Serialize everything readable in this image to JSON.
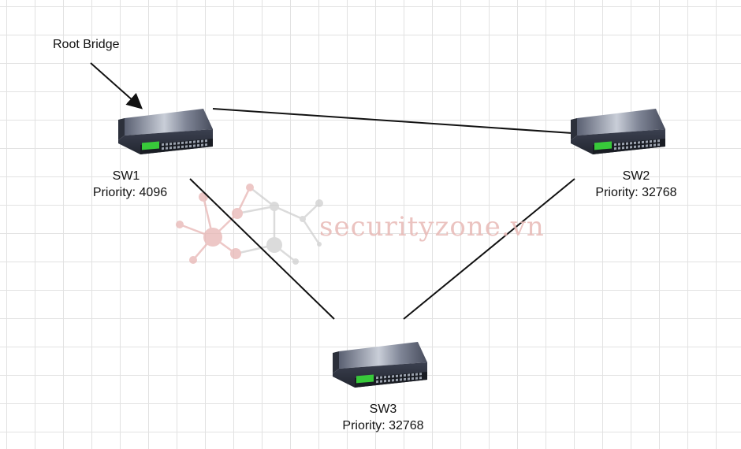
{
  "annotation": {
    "text": "Root Bridge"
  },
  "watermark": {
    "text": "securityzone.vn",
    "color": "#e8b9b6"
  },
  "switches": [
    {
      "id": "sw1",
      "name": "SW1",
      "priority": "Priority: 4096",
      "icon": "network-switch-icon"
    },
    {
      "id": "sw2",
      "name": "SW2",
      "priority": "Priority: 32768",
      "icon": "network-switch-icon"
    },
    {
      "id": "sw3",
      "name": "SW3",
      "priority": "Priority: 32768",
      "icon": "network-switch-icon"
    }
  ],
  "links": [
    {
      "from": "SW1",
      "to": "SW2"
    },
    {
      "from": "SW1",
      "to": "SW3"
    },
    {
      "from": "SW2",
      "to": "SW3"
    }
  ],
  "colors": {
    "grid": "#e2e2e2",
    "line": "#111111",
    "switch_body": "#3a4152",
    "port_led": "#38c93a"
  }
}
